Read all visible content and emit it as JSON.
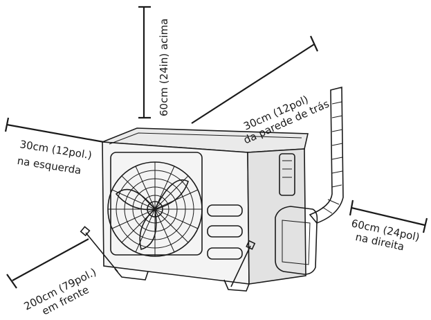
{
  "labels": {
    "top": {
      "line1": "60cm (24in) acima"
    },
    "back": {
      "line1": "30cm (12pol)",
      "line2": "da parede de trás"
    },
    "left": {
      "line1": "30cm (12pol.)",
      "line2": "na esquerda"
    },
    "right": {
      "line1": "60cm (24pol)",
      "line2": "na direita"
    },
    "front": {
      "line1": "200cm (79pol.)",
      "line2": "em frente"
    }
  },
  "colors": {
    "ink": "#1a1a1a",
    "body": "#f4f4f4",
    "side": "#e2e2e2"
  },
  "icons": {
    "unit": "outdoor-ac-unit-icon",
    "fan": "fan-icon"
  }
}
